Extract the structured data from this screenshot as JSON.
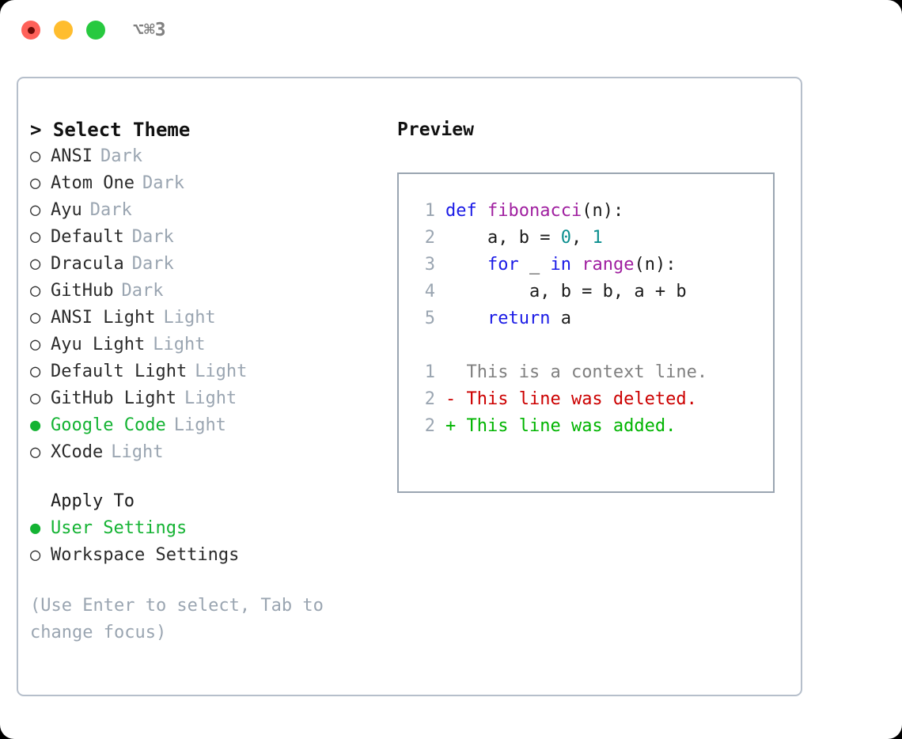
{
  "titlebar": {
    "traffic_lights": [
      "close",
      "minimize",
      "maximize"
    ],
    "shortcut": "⌥⌘3"
  },
  "theme_picker": {
    "header": "> Select Theme",
    "items": [
      {
        "marker": "○",
        "label": "ANSI",
        "tag": "Dark",
        "selected": false
      },
      {
        "marker": "○",
        "label": "Atom One",
        "tag": "Dark",
        "selected": false
      },
      {
        "marker": "○",
        "label": "Ayu",
        "tag": "Dark",
        "selected": false
      },
      {
        "marker": "○",
        "label": "Default",
        "tag": "Dark",
        "selected": false
      },
      {
        "marker": "○",
        "label": "Dracula",
        "tag": "Dark",
        "selected": false
      },
      {
        "marker": "○",
        "label": "GitHub",
        "tag": "Dark",
        "selected": false
      },
      {
        "marker": "○",
        "label": "ANSI Light",
        "tag": "Light",
        "selected": false
      },
      {
        "marker": "○",
        "label": "Ayu Light",
        "tag": "Light",
        "selected": false
      },
      {
        "marker": "○",
        "label": "Default Light",
        "tag": "Light",
        "selected": false
      },
      {
        "marker": "○",
        "label": "GitHub Light",
        "tag": "Light",
        "selected": false
      },
      {
        "marker": "●",
        "label": "Google Code",
        "tag": "Light",
        "selected": true
      },
      {
        "marker": "○",
        "label": "XCode",
        "tag": "Light",
        "selected": false
      }
    ]
  },
  "apply_to": {
    "header": "Apply To",
    "items": [
      {
        "marker": "●",
        "label": "User Settings",
        "selected": true
      },
      {
        "marker": "○",
        "label": "Workspace Settings",
        "selected": false
      }
    ]
  },
  "hint": "(Use Enter to select, Tab to change focus)",
  "preview": {
    "title": "Preview",
    "code_lines": [
      {
        "no": "1",
        "tokens": [
          {
            "t": "def ",
            "c": "kw"
          },
          {
            "t": "fibonacci",
            "c": "fn"
          },
          {
            "t": "(n):",
            "c": "pl"
          }
        ]
      },
      {
        "no": "2",
        "tokens": [
          {
            "t": "    a, b = ",
            "c": "pl"
          },
          {
            "t": "0",
            "c": "num"
          },
          {
            "t": ", ",
            "c": "pl"
          },
          {
            "t": "1",
            "c": "num"
          }
        ]
      },
      {
        "no": "3",
        "tokens": [
          {
            "t": "    ",
            "c": "pl"
          },
          {
            "t": "for",
            "c": "kw"
          },
          {
            "t": " _ ",
            "c": "pl"
          },
          {
            "t": "in",
            "c": "kw"
          },
          {
            "t": " ",
            "c": "pl"
          },
          {
            "t": "range",
            "c": "fn"
          },
          {
            "t": "(n):",
            "c": "pl"
          }
        ]
      },
      {
        "no": "4",
        "tokens": [
          {
            "t": "        a, b = b, a + b",
            "c": "pl"
          }
        ]
      },
      {
        "no": "5",
        "tokens": [
          {
            "t": "    ",
            "c": "pl"
          },
          {
            "t": "return",
            "c": "kw"
          },
          {
            "t": " a",
            "c": "pl"
          }
        ]
      }
    ],
    "diff_lines": [
      {
        "no": "1",
        "marker": " ",
        "text": "This is a context line.",
        "kind": "ctx"
      },
      {
        "no": "2",
        "marker": "-",
        "text": "This line was deleted.",
        "kind": "del"
      },
      {
        "no": "2",
        "marker": "+",
        "text": "This line was added.",
        "kind": "add"
      }
    ]
  },
  "colors": {
    "selected_green": "#14b333",
    "tag_gray": "#9aa5b1",
    "keyword_blue": "#1a1ae6",
    "function_magenta": "#a020a0",
    "number_teal": "#0b8f8f",
    "diff_deleted_red": "#cc0000",
    "diff_added_green": "#00b400",
    "border_gray": "#b6bfcb",
    "light_close_red": "#ff6159",
    "light_min_yellow": "#ffbd2e",
    "light_max_green": "#27c93f"
  }
}
